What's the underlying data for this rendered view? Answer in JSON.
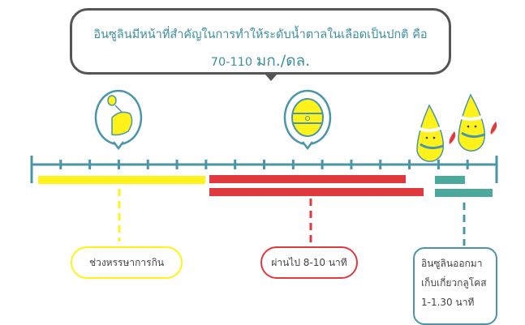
{
  "callout": {
    "line1": "อินซูลินมีหน้าที่สำคัญในการทำให้ระดับน้ำตาลในเลือดเป็นปกติ  คือ",
    "range": "70-110",
    "unit": "มก./ดล."
  },
  "labels": {
    "eating": "ช่วงหรรษาการกิน",
    "after": "ผ่านไป 8-10 นาที",
    "insulin_line1": "อินซูลินออกมา",
    "insulin_line2": "เก็บเกี่ยวกลูโคส",
    "insulin_line3": "1-1.30 นาที"
  },
  "colors": {
    "teal": "#4a95a8",
    "yellow": "#fff21a",
    "red": "#e0393e",
    "green": "#4aa99a",
    "text": "#3d8fa0"
  }
}
